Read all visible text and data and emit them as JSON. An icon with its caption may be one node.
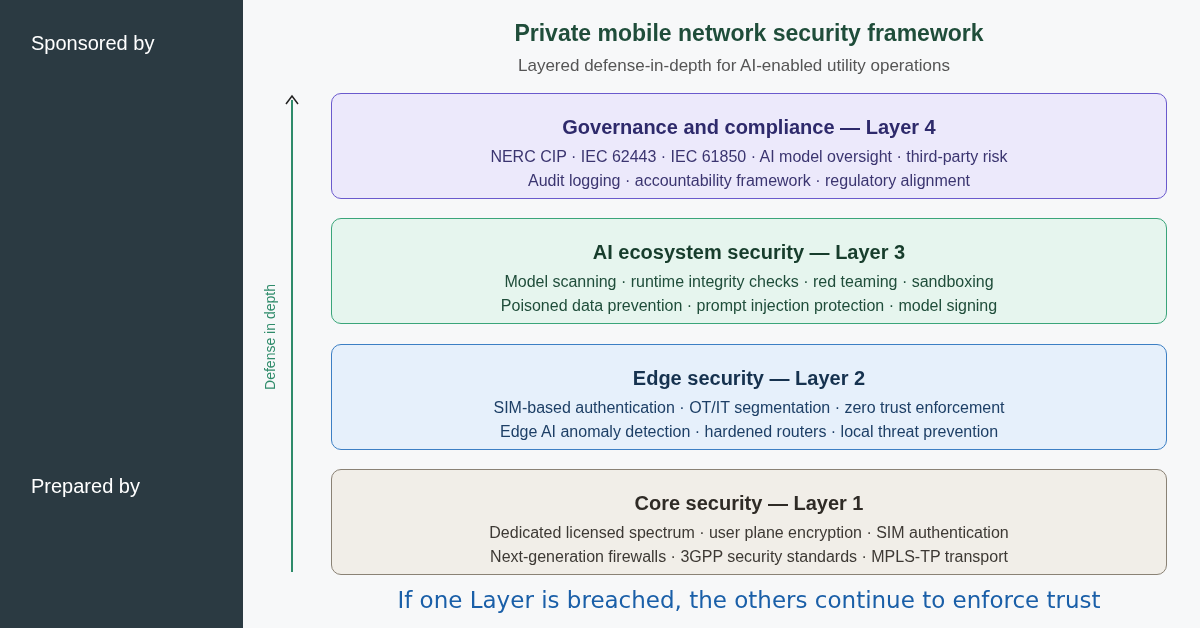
{
  "diagram": {
    "title": "Private mobile network security framework",
    "caption": "If one Layer is breached, the others continue to enforce trust",
    "nodes": [
      {
        "text": [
          "Governance and compliance — Layer 4",
          "NERC CIP · IEC 62443 · IEC 61850 · AI model oversight · third-party risk",
          "Audit logging · accountability framework · regulatory alignment"
        ]
      },
      {
        "text": [
          "AI ecosystem security — Layer 3",
          "Model scanning · runtime integrity checks · red teaming · sandboxing",
          "Poisoned data prevention · prompt injection protection · model signing"
        ]
      },
      {
        "text": [
          "Edge security — Layer 2",
          "SIM-based authentication · OT/IT segmentation · zero trust enforcement",
          "Edge AI anomaly detection · hardened routers · local threat prevention"
        ]
      },
      {
        "text": [
          "Core security — Layer 1",
          "Dedicated licensed spectrum · user plane encryption · SIM authentication",
          "Next-generation firewalls · 3GPP security standards · MPLS-TP transport"
        ]
      }
    ],
    "edges": [],
    "labels": [
      "Sponsored by",
      "Prepared by",
      "Layered defense-in-depth for AI-enabled utility operations",
      "Defense in depth"
    ]
  }
}
